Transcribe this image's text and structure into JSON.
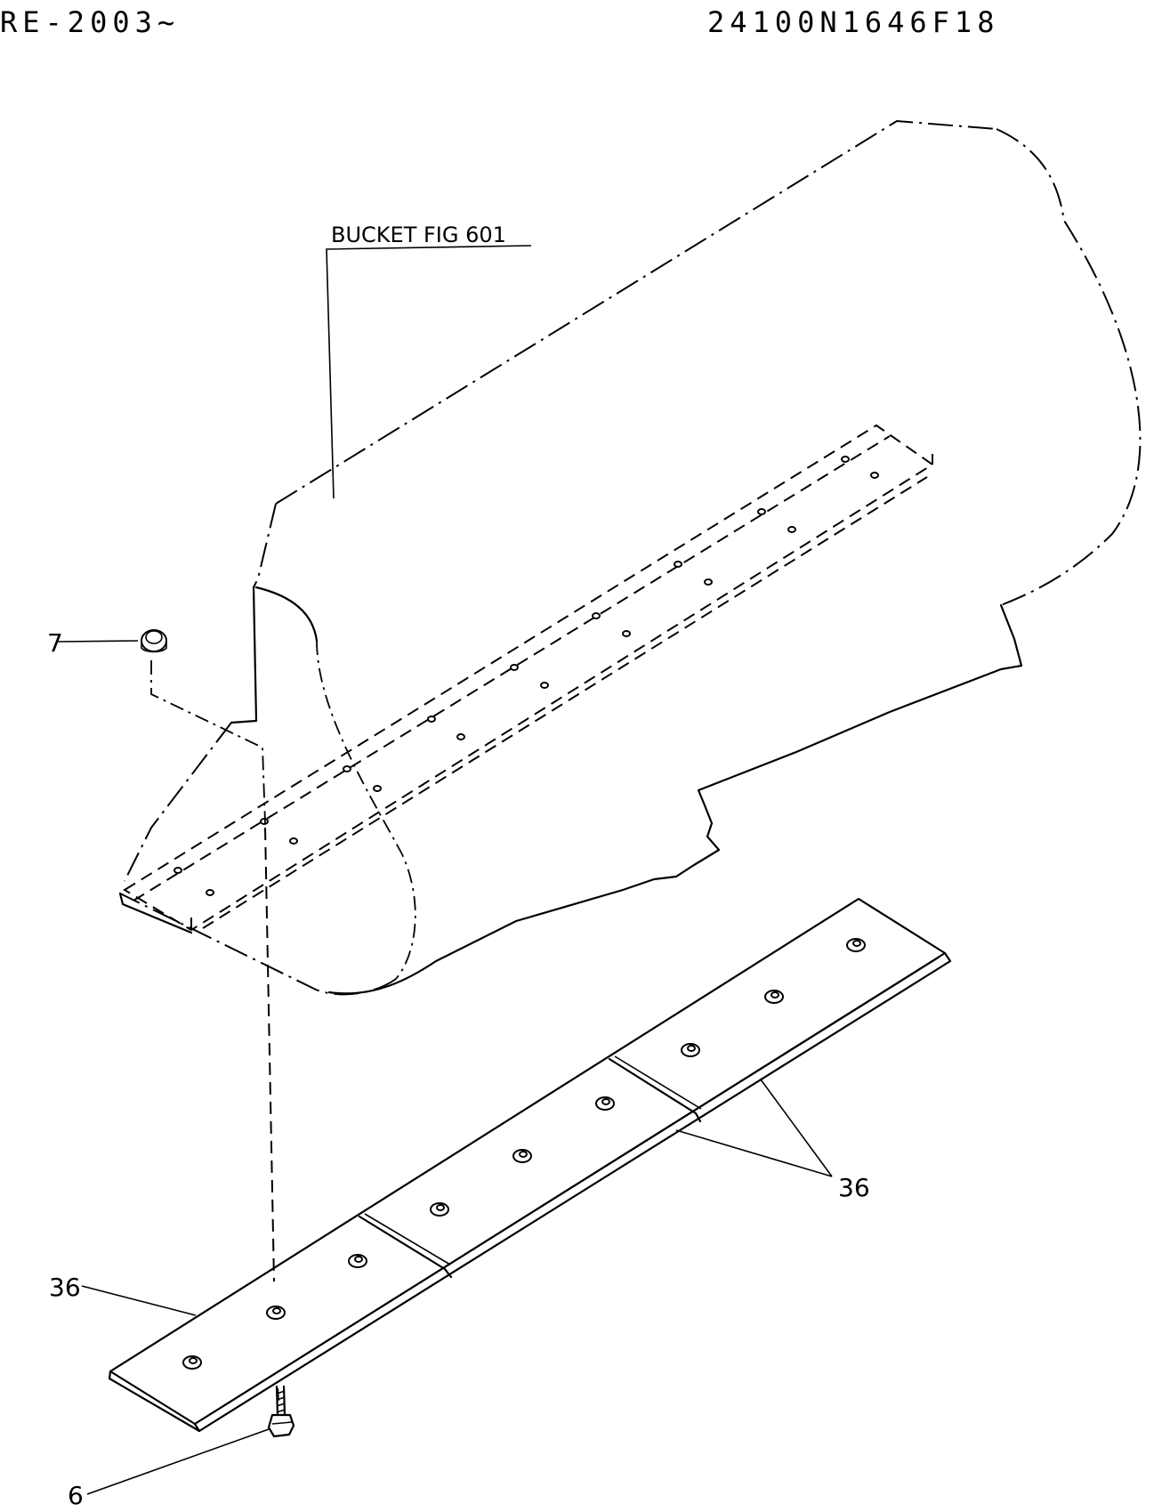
{
  "header": {
    "serial_range": "RE-2003~",
    "drawing_number": "24100N1646F18"
  },
  "callouts": {
    "bucket_ref": "BUCKET FIG 601",
    "nut": "7",
    "bolt": "6",
    "edge_left": "36",
    "edge_right": "36"
  }
}
